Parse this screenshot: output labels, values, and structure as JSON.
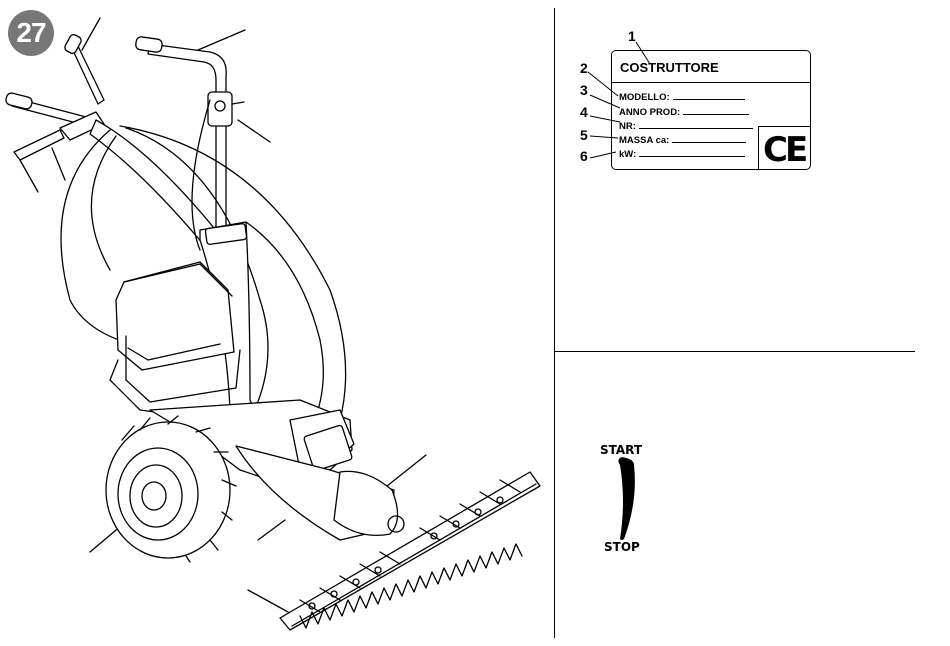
{
  "page": {
    "number": "27"
  },
  "plate": {
    "title": "COSTRUTTORE",
    "fields": [
      {
        "label": "MODELLO:"
      },
      {
        "label": "ANNO PROD:"
      },
      {
        "label": "NR:"
      },
      {
        "label": "MASSA ca:"
      },
      {
        "label": "kW:"
      }
    ],
    "ce_mark": "CE"
  },
  "callouts": [
    "1",
    "2",
    "3",
    "4",
    "5",
    "6"
  ],
  "throttle": {
    "start": "START",
    "stop": "STOP"
  }
}
